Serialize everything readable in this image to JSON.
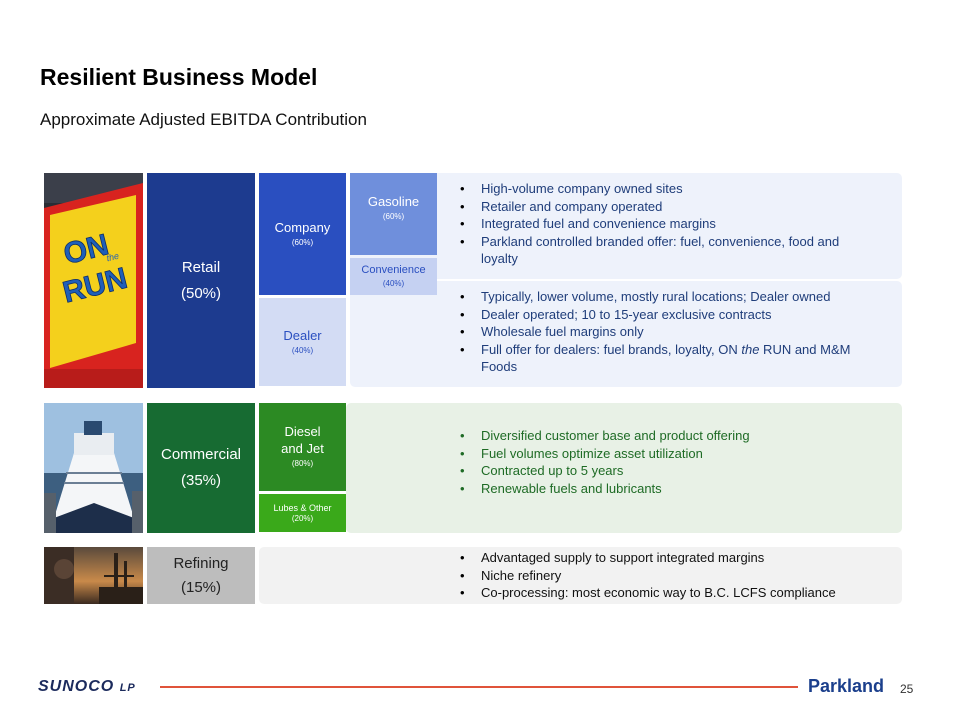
{
  "title": "Resilient Business Model",
  "subtitle": "Approximate Adjusted EBITDA Contribution",
  "colors": {
    "retail_dark": "#1d3b8f",
    "retail_mid": "#2a4fc0",
    "retail_light": "#6f8fdc",
    "retail_pale": "#d3dcf4",
    "commercial_dark": "#176b32",
    "commercial_mid": "#2c8a23",
    "commercial_light": "#3aa91a",
    "refining": "#bdbdbd"
  },
  "retail": {
    "label": "Retail",
    "pct": "(50%)",
    "company": {
      "label": "Company",
      "pct": "(60%)"
    },
    "gasoline": {
      "label": "Gasoline",
      "pct": "(60%)"
    },
    "convenience": {
      "label": "Convenience",
      "pct": "(40%)"
    },
    "dealer": {
      "label": "Dealer",
      "pct": "(40%)"
    },
    "company_bullets": [
      "High-volume company owned sites",
      "Retailer and company operated",
      "Integrated fuel and convenience margins",
      "Parkland controlled branded offer: fuel, convenience, food and loyalty"
    ],
    "dealer_bullets": [
      "Typically, lower volume, mostly rural locations; Dealer owned",
      "Dealer operated; 10 to 15-year exclusive contracts",
      "Wholesale fuel margins only"
    ],
    "dealer_last_bullet": {
      "before": "Full offer for dealers: fuel brands, loyalty, ON ",
      "italic": "the",
      "after": " RUN and M&M Foods"
    }
  },
  "commercial": {
    "label": "Commercial",
    "pct": "(35%)",
    "diesel_line1": "Diesel",
    "diesel_line2": "and Jet",
    "diesel_pct": "(80%)",
    "lubes_label": "Lubes & Other",
    "lubes_pct": "(20%)",
    "bullets": [
      "Diversified customer base and product offering",
      "Fuel volumes optimize asset utilization",
      "Contracted up to 5 years",
      "Renewable fuels and lubricants"
    ]
  },
  "refining": {
    "label": "Refining",
    "pct": "(15%)",
    "bullets": [
      "Advantaged supply to support integrated margins",
      "Niche refinery",
      "Co-processing: most economic way to B.C. LCFS compliance"
    ]
  },
  "photos": {
    "retail_sign_line1": "ON",
    "retail_sign_word": "the",
    "retail_sign_line2": "RUN"
  },
  "footer": {
    "sunoco_main": "SUNOCO",
    "sunoco_suffix": "LP",
    "parkland": "Parkland",
    "page": "25"
  }
}
